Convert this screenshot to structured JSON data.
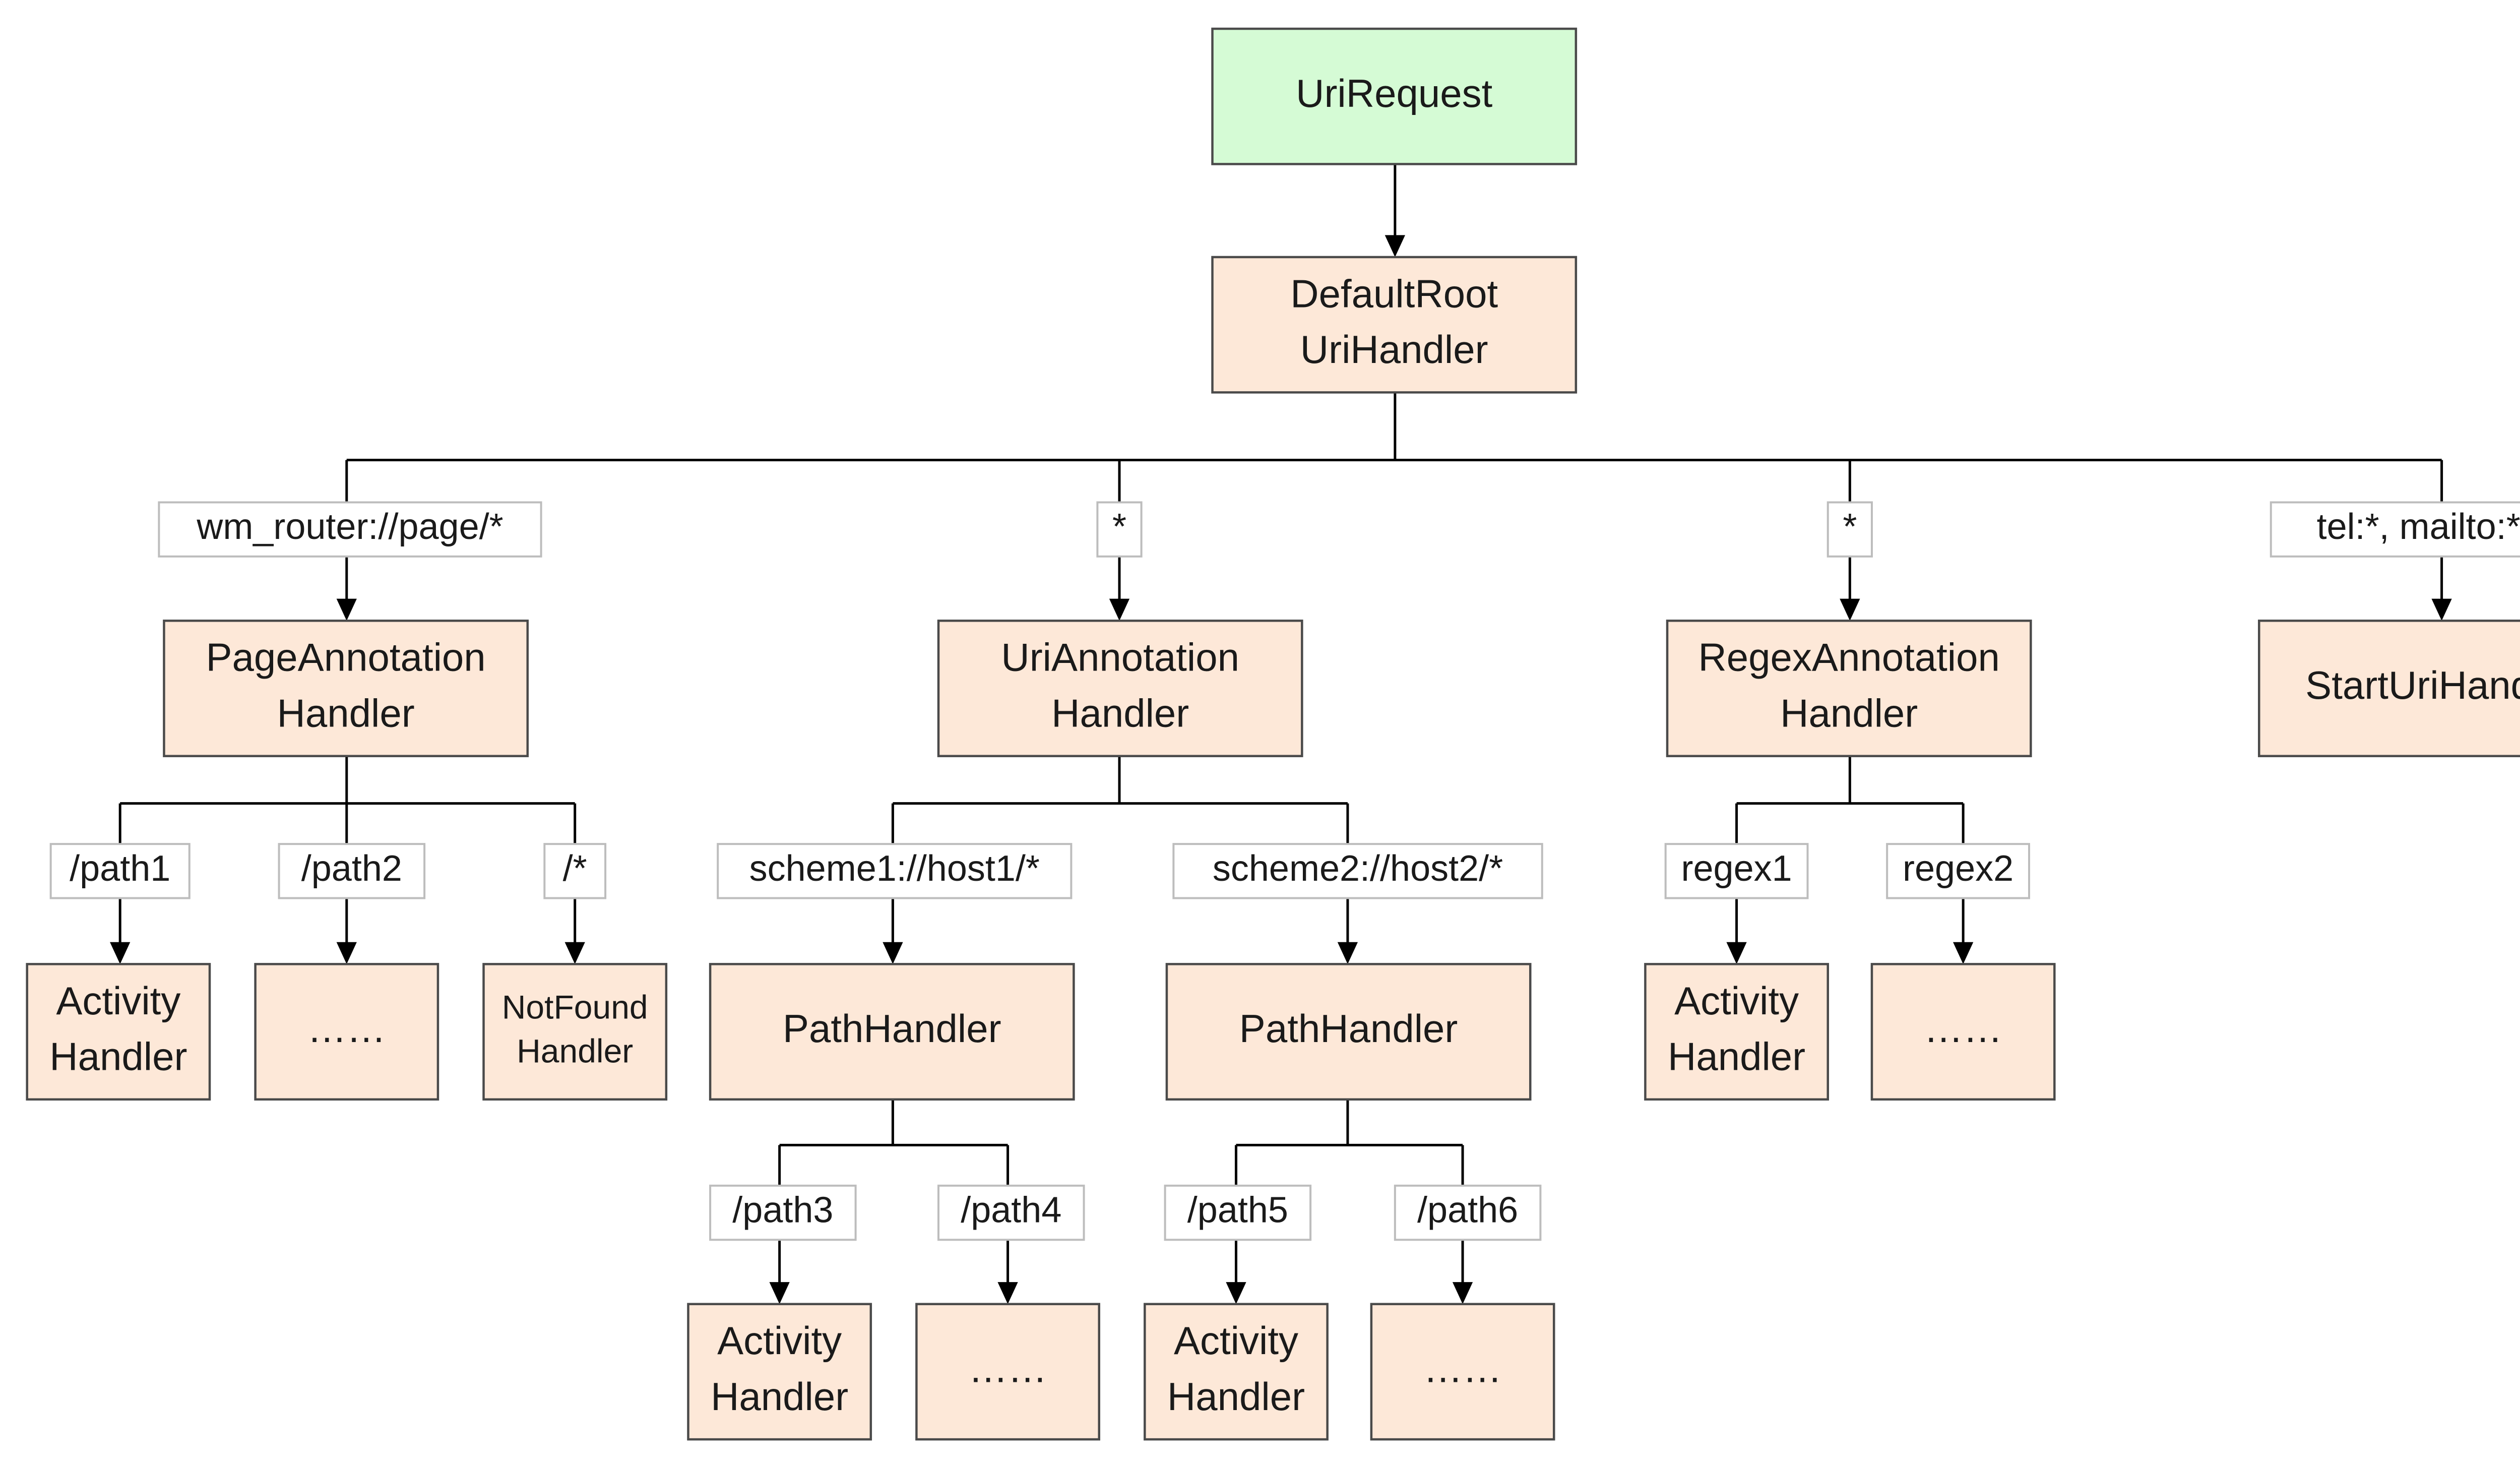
{
  "colors": {
    "root_fill": "#d5fbd5",
    "handler_fill": "#fde8d8",
    "box_border": "#4a4a4a",
    "label_border": "#bdbdbd",
    "edge": "#000000"
  },
  "nodes": {
    "uri_request": [
      "UriRequest"
    ],
    "default_root": [
      "DefaultRoot",
      "UriHandler"
    ],
    "page_annotation": [
      "PageAnnotation",
      "Handler"
    ],
    "uri_annotation": [
      "UriAnnotation",
      "Handler"
    ],
    "regex_annotation": [
      "RegexAnnotation",
      "Handler"
    ],
    "start_uri": [
      "StartUriHandler"
    ],
    "page_activity": [
      "Activity",
      "Handler"
    ],
    "page_more": [
      "……"
    ],
    "not_found": [
      "NotFound",
      "Handler"
    ],
    "path_handler_1": [
      "PathHandler"
    ],
    "path_handler_2": [
      "PathHandler"
    ],
    "regex_activity": [
      "Activity",
      "Handler"
    ],
    "regex_more": [
      "……"
    ],
    "ph1_activity": [
      "Activity",
      "Handler"
    ],
    "ph1_more": [
      "……"
    ],
    "ph2_activity": [
      "Activity",
      "Handler"
    ],
    "ph2_more": [
      "……"
    ]
  },
  "labels": {
    "wm_router": "wm_router://page/*",
    "uri_star": "*",
    "regex_star": "*",
    "tel_mailto": "tel:*, mailto:*, …",
    "path1": "/path1",
    "path2": "/path2",
    "path_star": "/*",
    "scheme1": "scheme1://host1/*",
    "scheme2": "scheme2://host2/*",
    "regex1": "regex1",
    "regex2": "regex2",
    "path3": "/path3",
    "path4": "/path4",
    "path5": "/path5",
    "path6": "/path6"
  }
}
